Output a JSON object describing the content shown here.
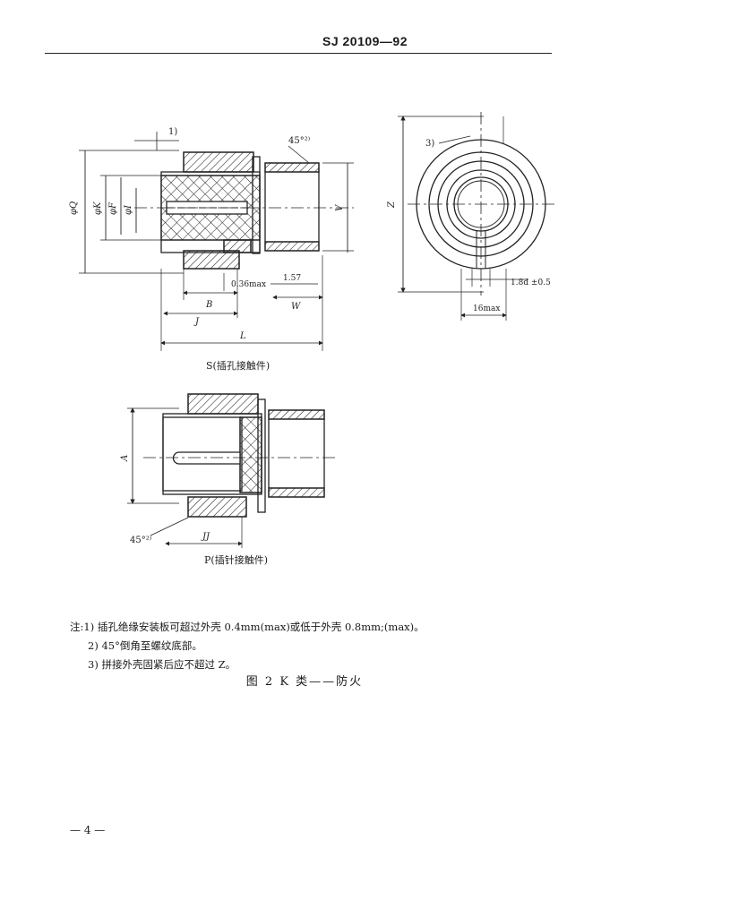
{
  "header": {
    "standard_no": "SJ 20109—92"
  },
  "figure": {
    "socket_caption": "S(插孔接触件)",
    "pin_caption": "P(插针接触件)",
    "labels": {
      "note1_ref": "1)",
      "chamfer_ref": "45°²⁾",
      "note3_ref": "3)",
      "phi_q": "φQ",
      "phi_k": "φK",
      "phi_f": "φF",
      "phi_i": "φI",
      "v": "V",
      "z": "Z",
      "dim_036": "0.36max",
      "dim_157": "1.57",
      "w": "W",
      "b": "B",
      "j": "J",
      "l": "L",
      "dim_18d": "1.8d ±0.5",
      "dim_16": "16max",
      "a": "A",
      "jj": "JJ",
      "chamfer_ref2": "45°²⁾"
    }
  },
  "notes": {
    "note1": "注:1) 插孔绝缘安装板可超过外壳 0.4mm(max)或低于外壳 0.8mm;(max)。",
    "note2": "2) 45°倒角至螺纹底部。",
    "note3": "3) 拼接外壳固紧后应不超过 Z。"
  },
  "figure_title": "图 2   K 类——防火",
  "page_number": "— 4 —"
}
